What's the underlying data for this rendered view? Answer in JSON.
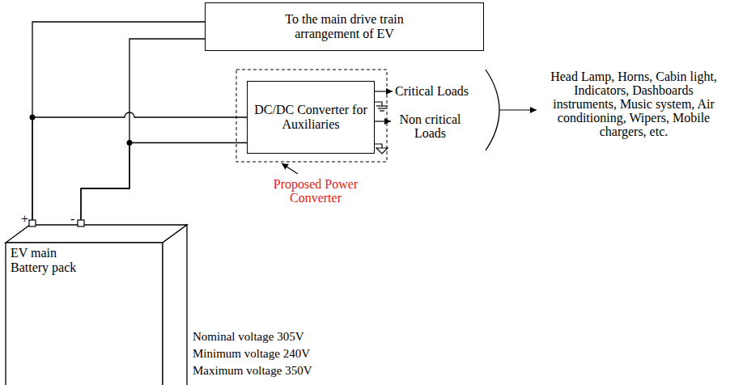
{
  "diagram": {
    "nodes": [
      {
        "text": [
          "To the main drive train arrangement of EV"
        ]
      },
      {
        "text": [
          "DC/DC Converter for Auxiliaries"
        ]
      },
      {
        "text": [
          "EV main Battery pack"
        ]
      }
    ],
    "edges": [
      {
        "from": 2,
        "to": 0,
        "arrow": "none"
      },
      {
        "from": 2,
        "to": 1,
        "arrow": "none"
      },
      {
        "from": 2,
        "to": 0,
        "arrow": "none"
      },
      {
        "from": 2,
        "to": 1,
        "arrow": "none"
      }
    ],
    "labels": [
      "Critical Loads",
      "Non critical Loads",
      "Head Lamp, Horns, Cabin light, Indicators, Dashboards instruments, Music system, Air conditioning, Wipers, Mobile chargers, etc.",
      "Proposed Power Converter",
      "+",
      "-",
      "Nominal voltage 305V",
      "Minimum voltage 240V",
      "Maximum voltage 350V"
    ]
  }
}
